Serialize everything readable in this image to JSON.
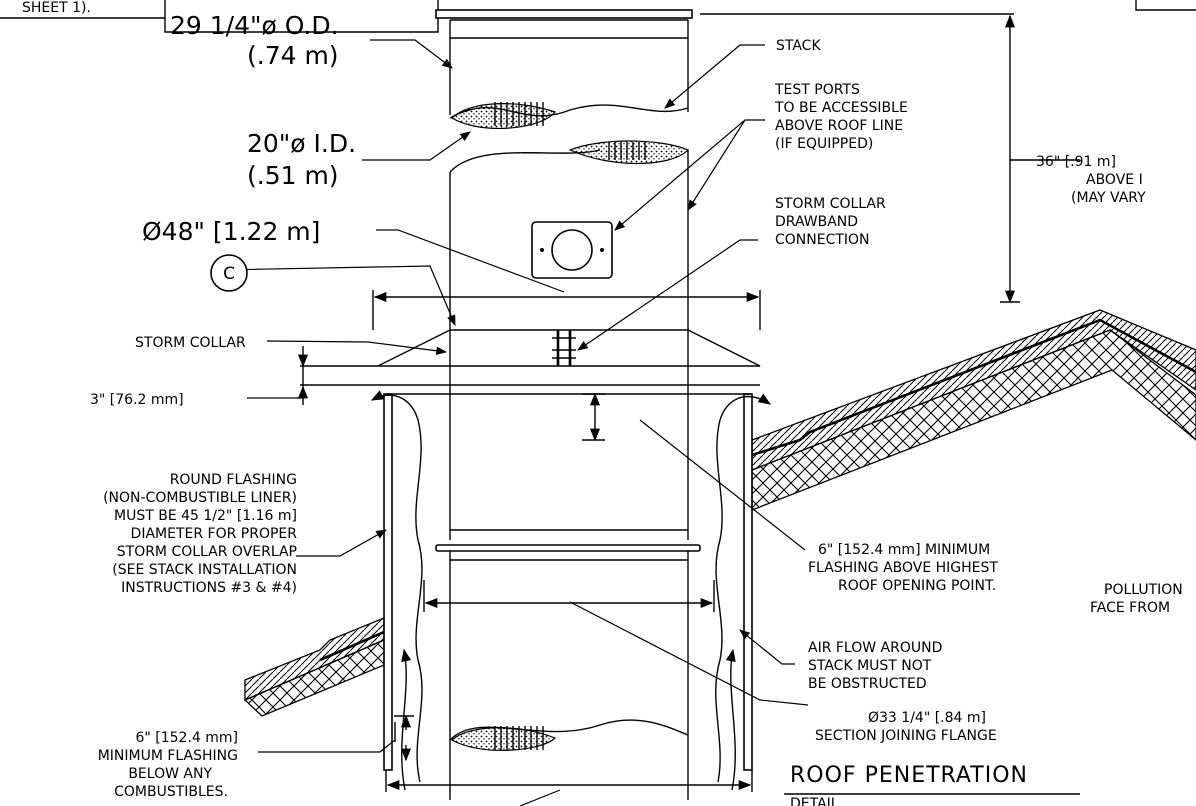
{
  "title": {
    "main": "ROOF PENETRATION",
    "sub": "DETAIL"
  },
  "corner_note": "SHEET 1).",
  "labels": {
    "od_dim": "29 1/4\"ø O.D.",
    "od_dim_m": "(.74 m)",
    "id_dim": "20\"ø I.D.",
    "id_dim_m": "(.51 m)",
    "flange_dia": "Ø48\" [1.22 m]",
    "callout_c": "C",
    "stack": "STACK",
    "test_ports_1": "TEST PORTS",
    "test_ports_2": "TO BE ACCESSIBLE",
    "test_ports_3": "ABOVE ROOF LINE",
    "test_ports_4": "(IF EQUIPPED)",
    "storm_collar_conn_1": "STORM COLLAR",
    "storm_collar_conn_2": "DRAWBAND",
    "storm_collar_conn_3": "CONNECTION",
    "storm_collar": "STORM COLLAR",
    "gap_dim": "3\" [76.2 mm]",
    "above_roof_1": "36\" [.91 m]",
    "above_roof_2": "ABOVE I",
    "above_roof_3": "(MAY VARY",
    "round_flashing_1": "ROUND FLASHING",
    "round_flashing_2": "(NON-COMBUSTIBLE LINER)",
    "round_flashing_3": "MUST BE 45 1/2\" [1.16 m]",
    "round_flashing_4": "DIAMETER FOR PROPER",
    "round_flashing_5": "STORM COLLAR OVERLAP",
    "round_flashing_6": "(SEE STACK INSTALLATION",
    "round_flashing_7": "INSTRUCTIONS #3 & #4)",
    "min_flash_above_1": "6\" [152.4 mm] MINIMUM",
    "min_flash_above_2": "FLASHING ABOVE HIGHEST",
    "min_flash_above_3": "ROOF OPENING POINT.",
    "pollution_1": "POLLUTION",
    "pollution_2": "FACE FROM",
    "air_flow_1": "AIR FLOW AROUND",
    "air_flow_2": "STACK MUST NOT",
    "air_flow_3": "BE OBSTRUCTED",
    "section_flange_1": "Ø33 1/4\" [.84 m]",
    "section_flange_2": "SECTION JOINING FLANGE",
    "min_flash_below_1": "6\" [152.4 mm]",
    "min_flash_below_2": "MINIMUM FLASHING",
    "min_flash_below_3": "BELOW ANY",
    "min_flash_below_4": "COMBUSTIBLES."
  }
}
